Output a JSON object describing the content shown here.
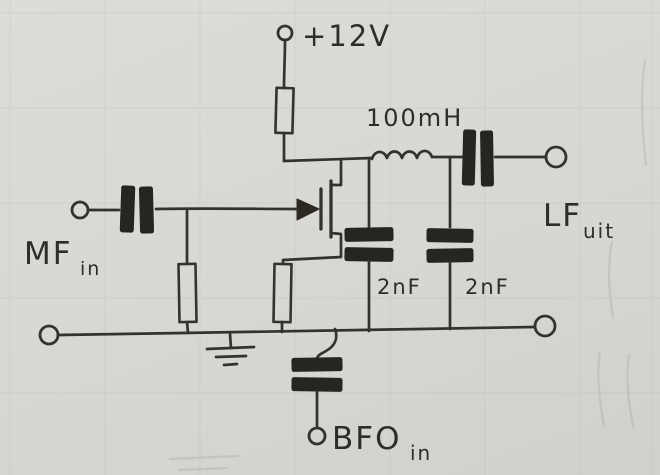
{
  "meta": {
    "description": "Hand-drawn schematic of a JFET converter stage: MF input, BFO injection, 100mH tuned LF output"
  },
  "colors": {
    "ink": "#34322d",
    "paper": "#d8d7d2",
    "grid_faint": "#8fa6aa"
  },
  "labels": {
    "supply": "+12V",
    "inductor_value": "100mH",
    "mf_input": {
      "main": "MF",
      "sub": "in"
    },
    "lf_output": {
      "main": "LF",
      "sub": "uit"
    },
    "cap_left_value": "2nF",
    "cap_right_value": "2nF",
    "bfo_input": {
      "main": "BFO",
      "sub": "in"
    }
  },
  "components": [
    "+12V supply terminal",
    "drain resistor",
    "JFET transistor",
    "MF input terminal",
    "input coupling capacitor",
    "gate resistor",
    "source resistor",
    "100mH inductor",
    "2nF decoupling capacitor (left)",
    "2nF decoupling capacitor (right)",
    "output coupling capacitor",
    "LF output terminal",
    "BFO coupling capacitor",
    "BFO input terminal",
    "ground symbol",
    "common bottom rail with corner terminals"
  ]
}
